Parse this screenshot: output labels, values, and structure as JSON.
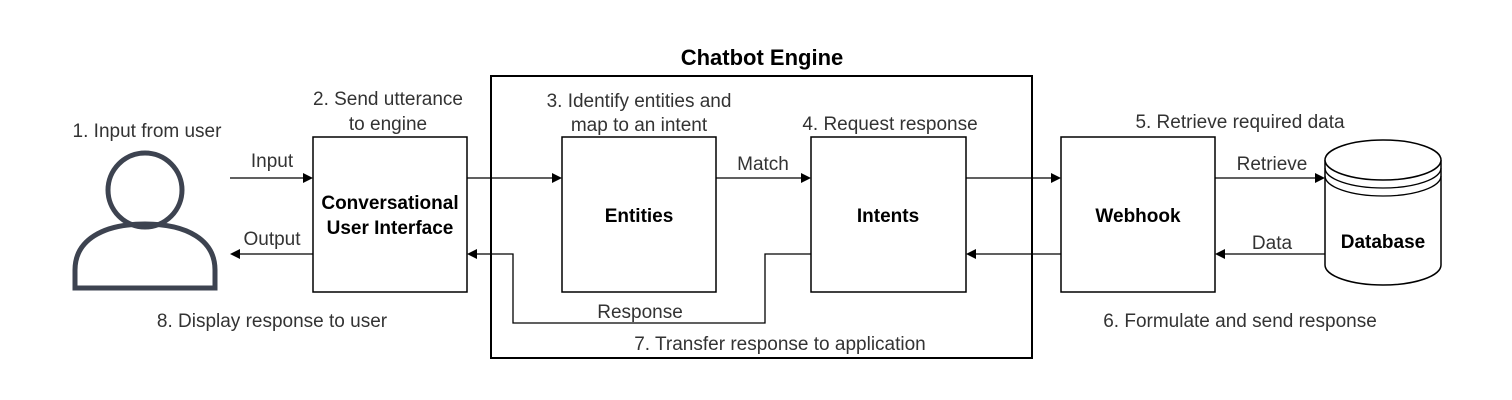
{
  "engine": {
    "title": "Chatbot Engine"
  },
  "nodes": {
    "cui": {
      "line1": "Conversational",
      "line2": "User Interface"
    },
    "entities": {
      "label": "Entities"
    },
    "intents": {
      "label": "Intents"
    },
    "webhook": {
      "label": "Webhook"
    },
    "database": {
      "label": "Database"
    }
  },
  "steps": {
    "s1": "1. Input from user",
    "s2_line1": "2. Send utterance",
    "s2_line2": "to engine",
    "s3_line1": "3. Identify entities and",
    "s3_line2": "map to an intent",
    "s4": "4. Request response",
    "s5": "5. Retrieve required data",
    "s6": "6. Formulate and send response",
    "s7": "7. Transfer response to application",
    "s8": "8. Display response to user"
  },
  "edges": {
    "input": "Input",
    "output": "Output",
    "match": "Match",
    "retrieve": "Retrieve",
    "data": "Data",
    "response": "Response"
  },
  "icons": {
    "user": "user-icon",
    "database": "database-icon"
  },
  "colors": {
    "stroke": "#000000",
    "person": "#3d4350",
    "text": "#333333"
  }
}
